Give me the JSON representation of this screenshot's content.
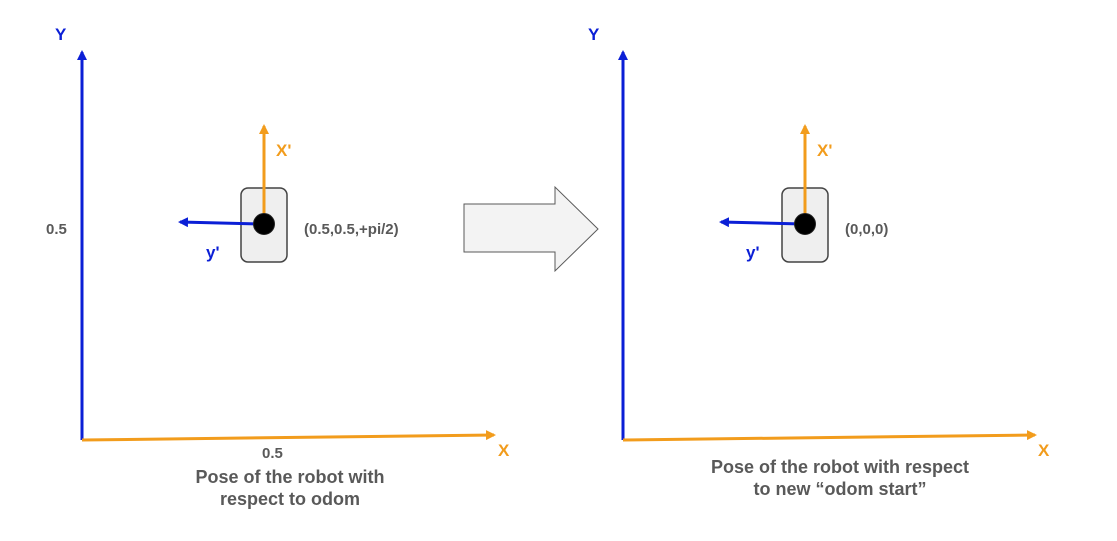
{
  "colors": {
    "blue": "#0b1fd6",
    "orange": "#f29c1c",
    "gray_text": "#595959",
    "robot_fill": "#efefef",
    "robot_stroke": "#434343",
    "arrow_fill": "#f3f3f3"
  },
  "left_frame": {
    "y_label": "Y",
    "x_label": "X",
    "y_tick": "0.5",
    "x_tick": "0.5",
    "robot_x_label": "X'",
    "robot_y_label": "y'",
    "pose": "(0.5,0.5,+pi/2)",
    "caption": "Pose of the robot with\nrespect to odom"
  },
  "right_frame": {
    "y_label": "Y",
    "x_label": "X",
    "robot_x_label": "X'",
    "robot_y_label": "y'",
    "pose": "(0,0,0)",
    "caption": "Pose of the robot with respect\nto new “odom start”"
  }
}
